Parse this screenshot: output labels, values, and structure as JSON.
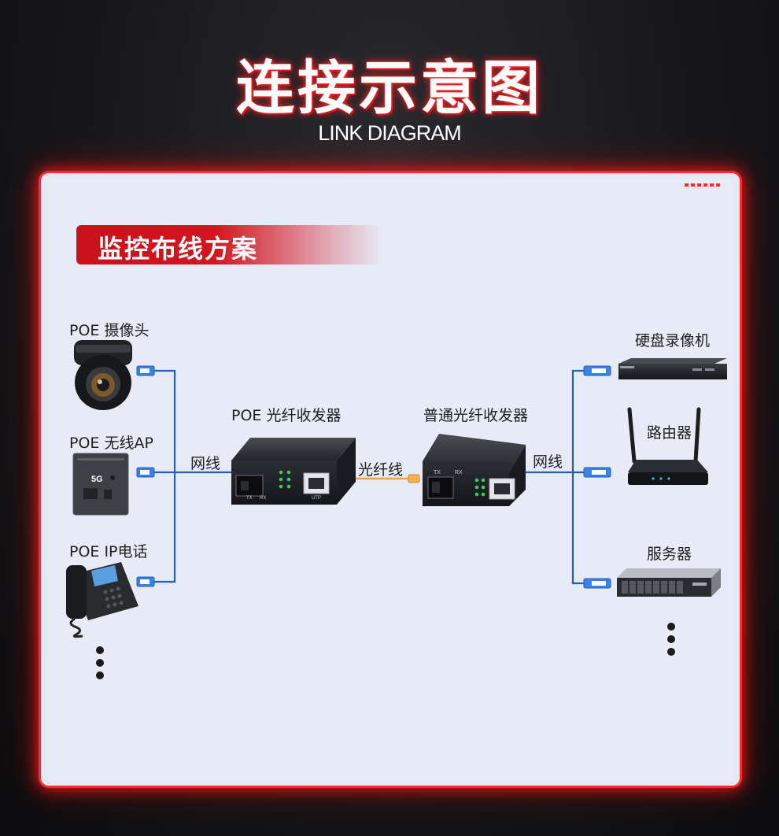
{
  "header": {
    "title": "连接示意图",
    "subtitle": "LINK DIAGRAM"
  },
  "section": {
    "title": "监控布线方案"
  },
  "left_devices": [
    {
      "label": "POE 摄像头",
      "icon": "camera-icon"
    },
    {
      "label": "POE 无线AP",
      "icon": "wireless-ap-icon"
    },
    {
      "label": "POE IP电话",
      "icon": "ip-phone-icon"
    }
  ],
  "right_devices": [
    {
      "label": "硬盘录像机",
      "icon": "nvr-icon"
    },
    {
      "label": "路由器",
      "icon": "router-icon"
    },
    {
      "label": "服务器",
      "icon": "server-icon"
    }
  ],
  "converters": {
    "left": {
      "label": "POE 光纤收发器"
    },
    "right": {
      "label": "普通光纤收发器"
    }
  },
  "links": {
    "left_cable": "网线",
    "fiber": "光纤线",
    "right_cable": "网线"
  },
  "device_text": {
    "ap_badge": "5G",
    "port_tx": "TX",
    "port_rx": "RX",
    "port_utp": "UTP"
  },
  "colors": {
    "accent_red": "#d4141e",
    "glow_red": "#ff2b2b",
    "cable_blue": "#1f5fbf",
    "fiber_orange": "#f0a040",
    "panel_bg": "#e7ebf8"
  }
}
